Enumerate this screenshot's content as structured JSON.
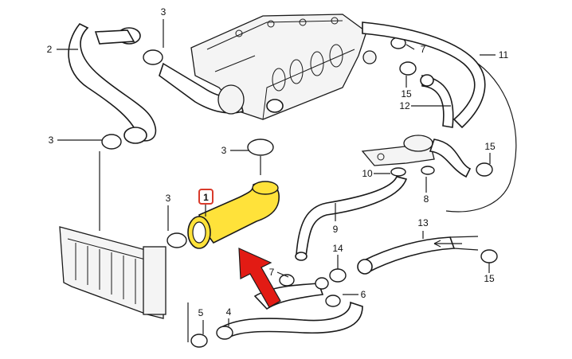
{
  "callouts": {
    "c1": "1",
    "c2": "2",
    "c3a": "3",
    "c3b": "3",
    "c3c": "3",
    "c3d": "3",
    "c4": "4",
    "c5": "5",
    "c6": "6",
    "c7a": "7",
    "c7b": "7",
    "c8": "8",
    "c9": "9",
    "c10": "10",
    "c11": "11",
    "c12": "12",
    "c13": "13",
    "c14": "14",
    "c15a": "15",
    "c15b": "15",
    "c15c": "15"
  },
  "colors": {
    "highlight_hose": "#ffe23a",
    "callout_box": "#d93a2b",
    "arrow": "#e21b14"
  }
}
